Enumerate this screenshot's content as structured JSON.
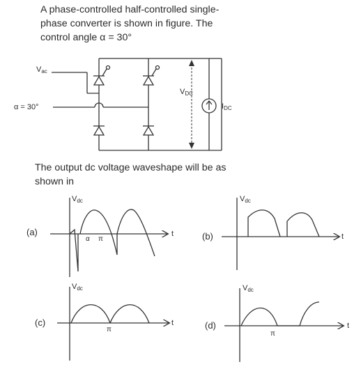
{
  "question": {
    "lines": [
      "A phase-controlled half-controlled single-",
      "phase converter is shown in figure. The",
      "control angle α = 30°"
    ]
  },
  "circuit": {
    "vac_label": "V",
    "vac_sub": "ac",
    "alpha_label": "α = 30°",
    "vdc_label": "V",
    "vdc_sub": "DC",
    "idc_label": "I",
    "idc_sub": "DC"
  },
  "prompt": {
    "lines": [
      "The output dc voltage waveshape will be as",
      "shown in"
    ]
  },
  "options": [
    {
      "label": "(a)",
      "axis_label": "V",
      "axis_sub": "dc",
      "t_label": "t",
      "marks": [
        "α",
        "π"
      ]
    },
    {
      "label": "(b)",
      "axis_label": "V",
      "axis_sub": "dc",
      "t_label": "t",
      "marks": []
    },
    {
      "label": "(c)",
      "axis_label": "V",
      "axis_sub": "dc",
      "t_label": "t",
      "marks": [
        "π"
      ]
    },
    {
      "label": "(d)",
      "axis_label": "V",
      "axis_sub": "dc",
      "t_label": "t",
      "marks": [
        "π"
      ]
    }
  ]
}
